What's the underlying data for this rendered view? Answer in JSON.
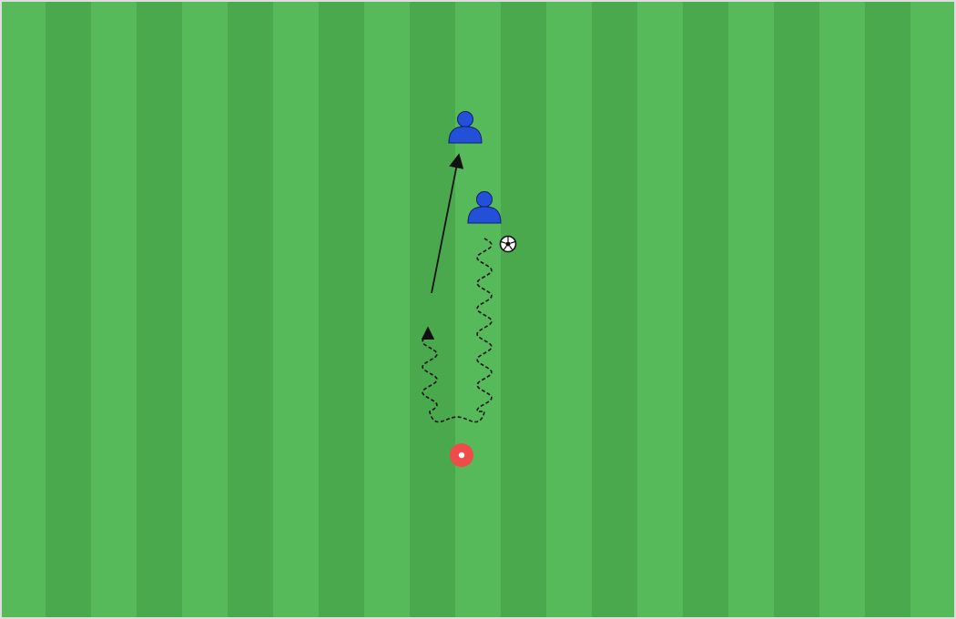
{
  "pitch": {
    "stripe_light": "#56b95a",
    "stripe_dark": "#49a94c",
    "border_color": "#dddddd",
    "stripe_count": 21
  },
  "players": [
    {
      "id": "player-top",
      "icon": "person-icon",
      "color": "#2350d8"
    },
    {
      "id": "player-with-ball",
      "icon": "person-icon",
      "color": "#2350d8"
    }
  ],
  "ball": {
    "icon": "soccer-ball-icon",
    "color": "#111111"
  },
  "cone": {
    "icon": "cone-marker-icon",
    "color": "#ef4b4b"
  },
  "movements": [
    {
      "id": "dribble-path",
      "type": "dribble",
      "style": "dashed-wavy",
      "color": "#111111"
    },
    {
      "id": "run-path",
      "type": "run",
      "style": "solid-arrow",
      "color": "#111111"
    }
  ]
}
